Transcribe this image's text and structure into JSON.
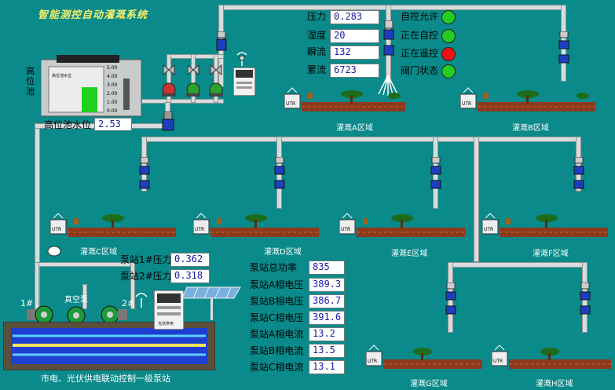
{
  "title": "智能测控自动灌溉系统",
  "tank_label": "高位池",
  "tank_level": {
    "label": "高位池水位",
    "value": "2.53",
    "fill": 0.55,
    "scale": [
      "5.00",
      "4.00",
      "3.00",
      "2.00",
      "1.00",
      "0.00"
    ]
  },
  "sensors": [
    {
      "label": "压力",
      "value": "0.283"
    },
    {
      "label": "湿度",
      "value": "20"
    },
    {
      "label": "瞬流",
      "value": "132"
    },
    {
      "label": "累流",
      "value": "6723"
    }
  ],
  "status": [
    {
      "label": "自控允许",
      "color": "#22cc22"
    },
    {
      "label": "正在自控",
      "color": "#22cc22"
    },
    {
      "label": "正在遥控",
      "color": "#ee1111"
    },
    {
      "label": "阀门状态",
      "color": "#22cc22"
    }
  ],
  "zones": [
    "灌溉A区域",
    "灌溉B区域",
    "灌溉C区域",
    "灌溉D区域",
    "灌溉E区域",
    "灌溉F区域",
    "灌溉G区域",
    "灌溉H区域"
  ],
  "station_pressure": [
    {
      "label": "泵站1#压力",
      "value": "0.362"
    },
    {
      "label": "泵站2#压力",
      "value": "0.318"
    }
  ],
  "power": [
    {
      "label": "泵站总功率",
      "value": "835"
    },
    {
      "label": "泵站A相电压",
      "value": "389.3"
    },
    {
      "label": "泵站B相电压",
      "value": "386.7"
    },
    {
      "label": "泵站C相电压",
      "value": "391.6"
    },
    {
      "label": "泵站A相电流",
      "value": "13.2"
    },
    {
      "label": "泵站B相电流",
      "value": "13.5"
    },
    {
      "label": "泵站C相电流",
      "value": "13.1"
    }
  ],
  "pumps": {
    "p1": "1#",
    "vacuum": "真空泵",
    "p2": "2#"
  },
  "station_caption": "市电、光伏供电联动控制一级泵站",
  "rtu_label": "UTR",
  "colors": {
    "bg": "#0a8a8a",
    "pipe": "#d8dcdc",
    "value_text": "#1a1aa8",
    "title": "#f5f06a"
  }
}
